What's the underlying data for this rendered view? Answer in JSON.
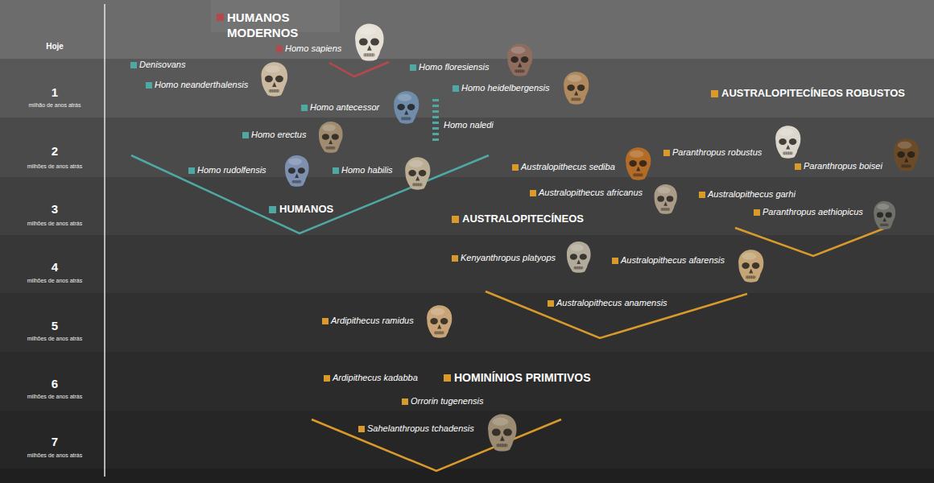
{
  "diagram": {
    "labels": [
      "HUMANOS MODERNOS",
      "Hoje",
      "Homo sapiens",
      "Denisovans",
      "Homo floresiensis",
      "Homo neanderthalensis",
      "Homo heidelbergensis",
      "1",
      "milhão de anos atrás",
      "AUSTRALOPITECÍNEOS ROBUSTOS",
      "Homo antecessor",
      "Homo naledi",
      "Homo erectus",
      "Paranthropus robustus",
      "2",
      "milhões de anos atrás",
      "Australopithecus sediba",
      "Paranthropus boisei",
      "Homo rudolfensis",
      "Homo habilis",
      "Australopithecus africanus",
      "Australopithecus garhi",
      "3",
      "milhões de anos atrás",
      "HUMANOS",
      "Paranthropus aethiopicus",
      "AUSTRALOPITECÍNEOS",
      "4",
      "milhões de anos atrás",
      "Kenyanthropus platyops",
      "Australopithecus afarensis",
      "Australopithecus anamensis",
      "5",
      "milhões de anos atrás",
      "Ardipithecus ramidus",
      "6",
      "milhões de anos atrás",
      "Ardipithecus kadabba",
      "HOMINÍNIOS PRIMITIVOS",
      "Orrorin tugenensis",
      "Sahelanthropus tchadensis",
      "7",
      "milhões de anos atrás"
    ]
  }
}
